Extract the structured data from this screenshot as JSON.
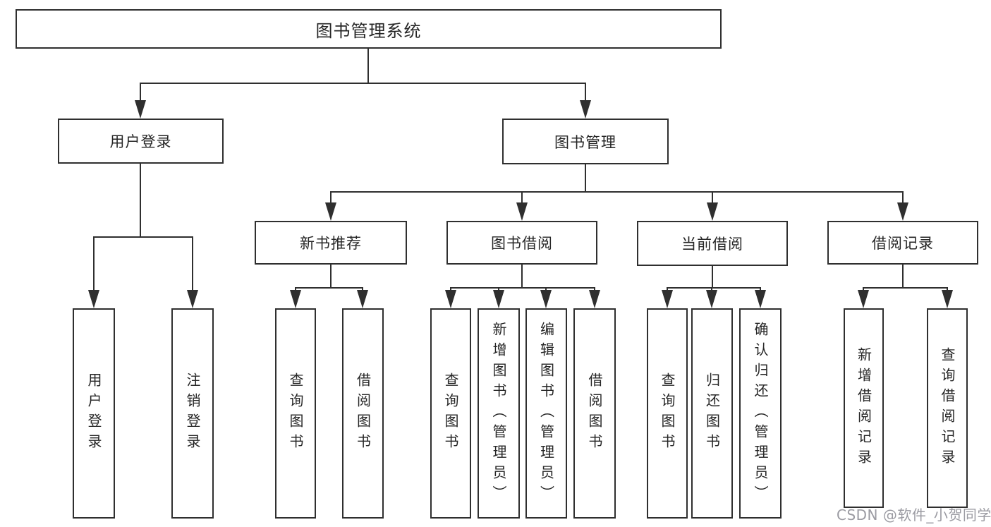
{
  "tree": {
    "root": {
      "label": "图书管理系统"
    },
    "branches": [
      {
        "label": "用户登录",
        "leaves": [
          "用户登录",
          "注销登录"
        ]
      },
      {
        "label": "图书管理",
        "groups": [
          {
            "label": "新书推荐",
            "leaves": [
              "查询图书",
              "借阅图书"
            ]
          },
          {
            "label": "图书借阅",
            "leaves": [
              "查询图书",
              "新增图书（管理员）",
              "编辑图书（管理员）",
              "借阅图书"
            ]
          },
          {
            "label": "当前借阅",
            "leaves": [
              "查询图书",
              "归还图书",
              "确认归还（管理员）"
            ]
          },
          {
            "label": "借阅记录",
            "leaves": [
              "新增借阅记录",
              "查询借阅记录"
            ]
          }
        ]
      }
    ]
  },
  "watermark": {
    "text": "CSDN @软件_小贺同学"
  },
  "colors": {
    "line": "#2f2f2f",
    "text": "#262626",
    "box_fill": "#ffffff",
    "watermark_text": "#9b9ba2",
    "background": "#ffffff"
  }
}
